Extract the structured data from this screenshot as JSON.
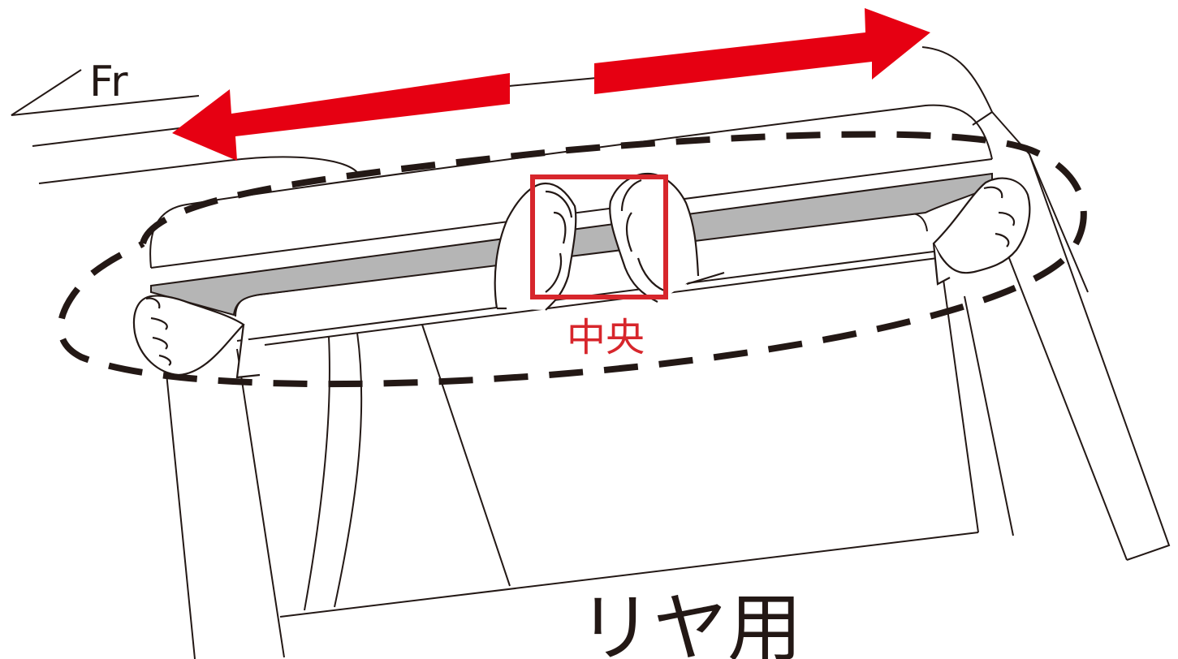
{
  "labels": {
    "front": "Fr",
    "center": "中央",
    "rear_use": "リヤ用"
  },
  "icons": {
    "front_direction": "front-direction-indicator",
    "left_arrow": "arrow-left-icon",
    "right_arrow": "arrow-right-icon",
    "hand": "hand-icon"
  },
  "colors": {
    "arrow": "#e60012",
    "center_box": "#d7262c",
    "center_text": "#d7262c",
    "line": "#231815",
    "tape_fill": "#b5b5b5"
  }
}
